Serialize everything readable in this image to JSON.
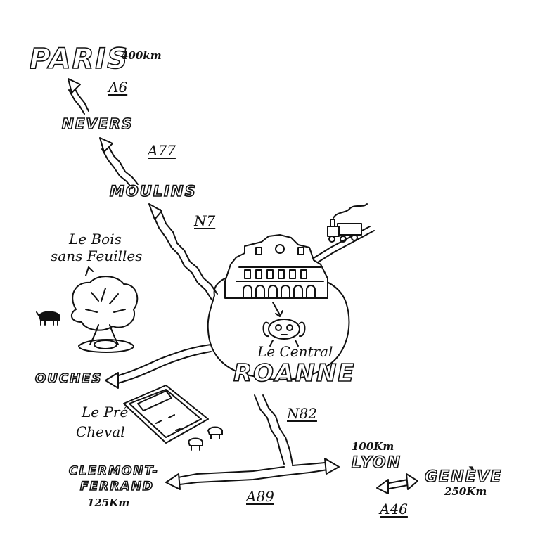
{
  "map": {
    "places": {
      "paris": "PARIS",
      "nevers": "NEVERS",
      "moulins": "MOULINS",
      "roanne": "ROANNE",
      "ouches": "OUCHES",
      "lyon": "LYON",
      "geneve": "GENÈVE",
      "clermont_line1": "CLERMONT-",
      "clermont_line2": "FERRAND"
    },
    "distances": {
      "paris": "400km",
      "lyon": "100Km",
      "geneve": "250Km",
      "clermont": "125Km"
    },
    "roads": {
      "a6": "A6",
      "a77": "A77",
      "n7": "N7",
      "n82": "N82",
      "a89": "A89",
      "a46": "A46"
    },
    "landmarks": {
      "central": "Le Central",
      "bois_line1": "Le Bois",
      "bois_line2": "sans Feuilles",
      "pre_line1": "Le Pré",
      "pre_line2": "Cheval"
    }
  }
}
